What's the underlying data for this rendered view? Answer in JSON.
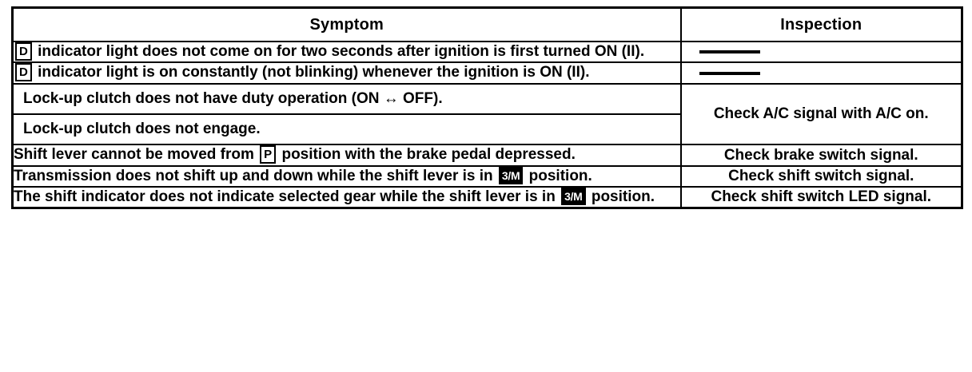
{
  "table": {
    "headers": {
      "symptom": "Symptom",
      "inspection": "Inspection"
    },
    "rows": [
      {
        "symptom_prefix_badge": "D",
        "symptom_badge_type": "boxed",
        "symptom_text": " indicator light does not come on for two seconds after ignition is first turned ON (II).",
        "inspection": "",
        "inspection_is_placeholder": true
      },
      {
        "symptom_prefix_badge": "D",
        "symptom_badge_type": "boxed",
        "symptom_text": " indicator light is on constantly (not blinking) whenever the ignition is ON (II).",
        "inspection": "",
        "inspection_is_placeholder": true
      },
      {
        "symptom_text": "Lock-up clutch does not have duty operation (ON ↔ OFF).",
        "inspection": "Check A/C signal with A/C on.",
        "inspection_rowspan": 2
      },
      {
        "symptom_text": "Lock-up clutch does not engage."
      },
      {
        "symptom_text_before": "Shift lever cannot be moved from ",
        "inline_badge": "P",
        "inline_badge_type": "boxed",
        "symptom_text_after": " position with the brake pedal depressed.",
        "inspection": "Check brake switch signal."
      },
      {
        "symptom_text_before": "Transmission does not shift up and down while the shift lever is in ",
        "inline_badge": "3/M",
        "inline_badge_type": "inverted",
        "symptom_text_after": " position.",
        "inspection": "Check shift switch signal."
      },
      {
        "symptom_text_before": "The shift indicator does not indicate selected gear while the shift lever is in ",
        "inline_badge": "3/M",
        "inline_badge_type": "inverted",
        "symptom_text_after": " position.",
        "inspection": "Check shift switch LED signal."
      }
    ]
  },
  "colors": {
    "border": "#000000",
    "text": "#000000",
    "background": "#ffffff"
  }
}
